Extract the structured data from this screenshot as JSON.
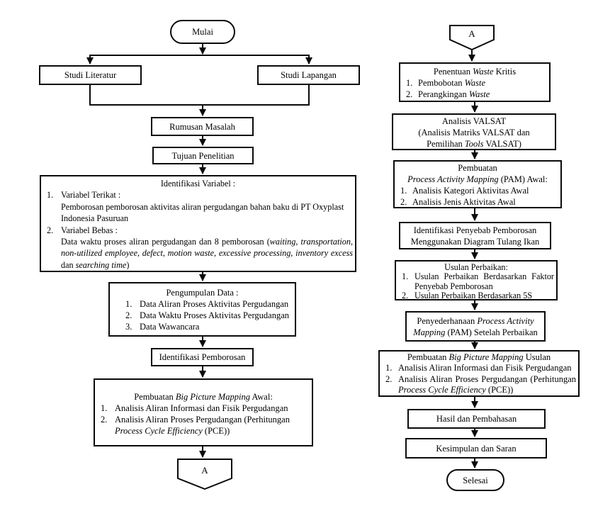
{
  "diagram": {
    "type": "research-methodology-flowchart",
    "colors": {
      "background": "#ffffff",
      "border": "#0a0a0a",
      "line": "#0a0a0a",
      "text": "#000000"
    },
    "list_numbers": [
      "1.",
      "2.",
      "3."
    ],
    "nodes": {
      "mulai": {
        "text": "Mulai"
      },
      "studi_literatur": {
        "text": "Studi Literatur"
      },
      "studi_lapangan": {
        "text": "Studi Lapangan"
      },
      "rumusan_masalah": {
        "text": "Rumusan Masalah"
      },
      "tujuan_penelitian": {
        "text": "Tujuan Penelitian"
      },
      "identifikasi_variabel": {
        "title": "Identifikasi Variabel :",
        "item1_head": "Variabel Terikat :",
        "item1_body": "Pemborosan pemborosan aktivitas aliran pergudangan bahan baku di PT Oxyplast Indonesia Pasuruan",
        "item2_head": "Variabel Bebas :",
        "item2_body": [
          "Data waktu proses aliran pergudangan dan 8 pemborosan (",
          "waiting, transportation, non-utilized employee, defect, motion waste, excessive processing, inventory excess",
          " dan ",
          "searching time",
          ")"
        ]
      },
      "pengumpulan_data": {
        "title": "Pengumpulan Data :",
        "items": [
          "Data Aliran Proses Aktivitas Pergudangan",
          "Data Waktu Proses Aktivitas Pergudangan",
          "Data Wawancara"
        ]
      },
      "identifikasi_pemborosan": {
        "text": "Identifikasi Pemborosan"
      },
      "bpm_awal": {
        "title": [
          "Pembuatan ",
          "Big Picture Mapping",
          " Awal:"
        ],
        "item1": "Analisis Aliran Informasi dan Fisik Pergudangan",
        "item2": [
          "Analisis Aliran Proses Pergudangan (Perhitungan ",
          "Process Cycle Efficiency",
          " (PCE))"
        ]
      },
      "a_left": {
        "text": "A"
      },
      "a_right": {
        "text": "A"
      },
      "penentuan_waste": {
        "title": [
          "Penentuan ",
          "Waste",
          " Kritis"
        ],
        "item1": [
          "Pembobotan ",
          "Waste"
        ],
        "item2": [
          "Perangkingan ",
          "Waste"
        ]
      },
      "analisis_valsat": {
        "line1": "Analisis VALSAT",
        "line2": "(Analisis Matriks VALSAT dan",
        "line3": [
          "Pemilihan ",
          "Tools",
          " VALSAT)"
        ]
      },
      "pembuatan_pam": {
        "line1": "Pembuatan",
        "line2": [
          "Process Activity Mapping",
          " (PAM) Awal:"
        ],
        "item1": "Analisis Kategori Aktivitas Awal",
        "item2": "Analisis Jenis Aktivitas Awal"
      },
      "identifikasi_penyebab": {
        "line1": "Identifikasi Penyebab Pemborosan",
        "line2": "Menggunakan Diagram Tulang Ikan"
      },
      "usulan_perbaikan": {
        "title": "Usulan Perbaikan:",
        "item1": "Usulan Perbaikan Berdasarkan Faktor Penyebab Pemborosan",
        "item2": "Usulan Perbaikan Berdasarkan 5S"
      },
      "penyederhanaan": {
        "line1": [
          "Penyederhanaan ",
          "Process Activity"
        ],
        "line2": [
          "Mapping",
          " (PAM) Setelah Perbaikan"
        ]
      },
      "bpm_usulan": {
        "title": [
          "Pembuatan ",
          "Big Picture Mapping",
          " Usulan"
        ],
        "item1": "Analisis Aliran Informasi dan Fisik Pergudangan",
        "item2": [
          "Analisis Aliran Proses Pergudangan (Perhitungan ",
          "Process Cycle Efficiency",
          " (PCE))"
        ]
      },
      "hasil": {
        "text": "Hasil dan Pembahasan"
      },
      "kesimpulan": {
        "text": "Kesimpulan dan Saran"
      },
      "selesai": {
        "text": "Selesai"
      }
    }
  }
}
